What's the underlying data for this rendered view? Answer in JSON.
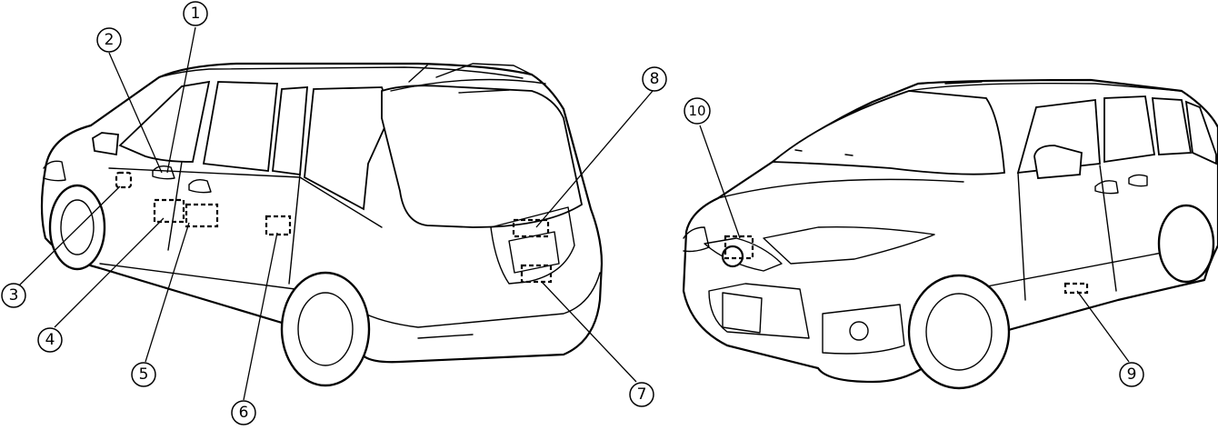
{
  "diagram": {
    "callouts": [
      {
        "id": 1,
        "label": "1"
      },
      {
        "id": 2,
        "label": "2"
      },
      {
        "id": 3,
        "label": "3"
      },
      {
        "id": 4,
        "label": "4"
      },
      {
        "id": 5,
        "label": "5"
      },
      {
        "id": 6,
        "label": "6"
      },
      {
        "id": 7,
        "label": "7"
      },
      {
        "id": 8,
        "label": "8"
      },
      {
        "id": 9,
        "label": "9"
      },
      {
        "id": 10,
        "label": "10"
      }
    ],
    "colors": {
      "line": "#000000",
      "background": "#ffffff"
    }
  }
}
